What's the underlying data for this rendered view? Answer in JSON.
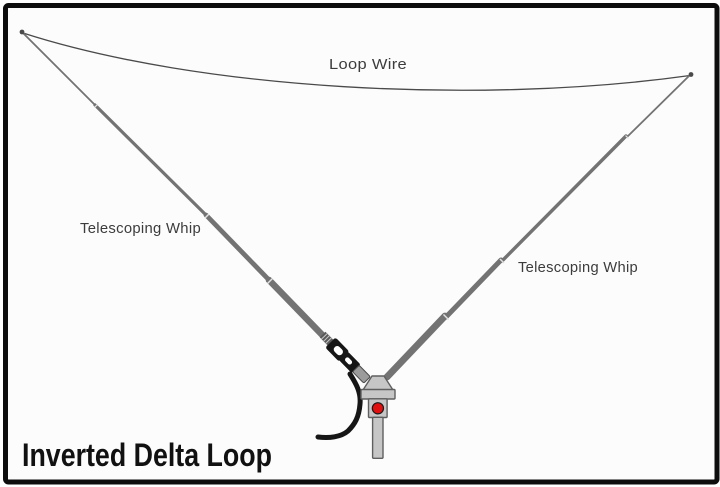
{
  "diagram": {
    "title": "Inverted Delta Loop",
    "labels": {
      "loop_wire": "Loop Wire",
      "telescoping_whip_left": "Telescoping Whip",
      "telescoping_whip_right": "Telescoping Whip"
    },
    "colors": {
      "border": "#0d0d0d",
      "canvas_bg": "#fcfcfc",
      "whip_gray": "#737373",
      "wire_gray": "#4a4a4a",
      "mount_gray": "#c6c6c6",
      "mount_outline": "#5f5f5f",
      "connector_black": "#161616",
      "nub_gray": "#9b9b9b",
      "indicator_red": "#e01010",
      "label_text": "#3c3c3c",
      "title_text": "#111111"
    }
  }
}
